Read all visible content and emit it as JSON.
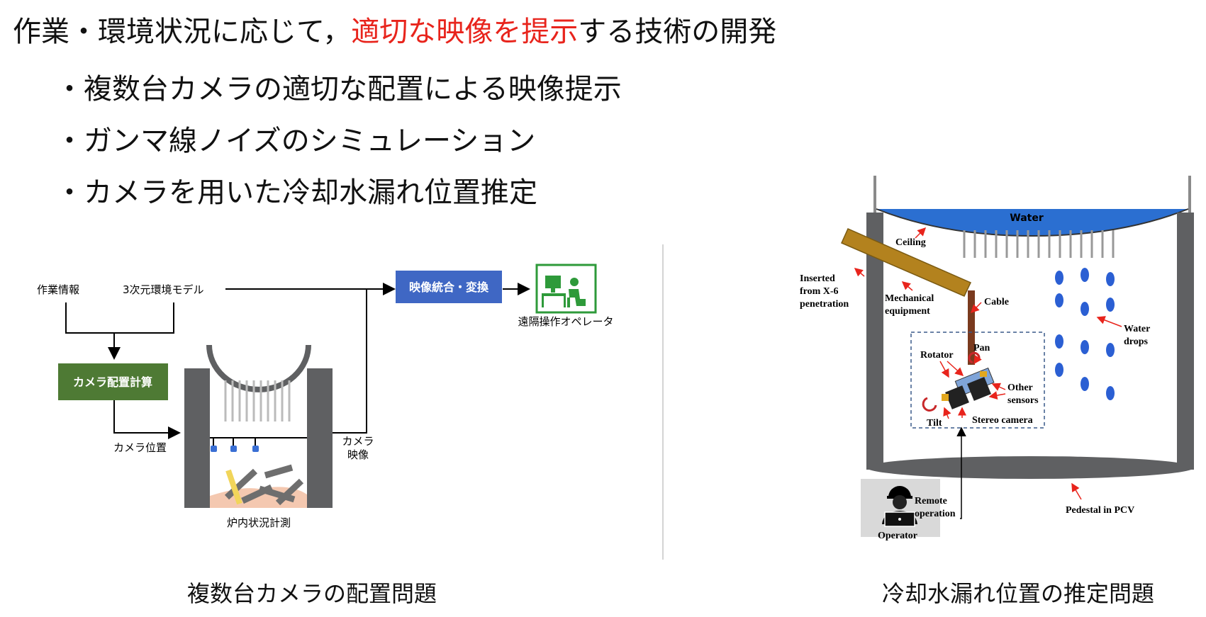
{
  "heading": {
    "prefix": "作業・環境状況に応じて，",
    "highlight": "適切な映像を提示",
    "suffix": "する技術の開発"
  },
  "bullets": [
    "・複数台カメラの適切な配置による映像提示",
    "・ガンマ線ノイズのシミュレーション",
    "・カメラを用いた冷却水漏れ位置推定"
  ],
  "left_diagram": {
    "input1": "作業情報",
    "input2": "3次元環境モデル",
    "camera_calc": "カメラ配置計算",
    "camera_position": "カメラ位置",
    "camera_video_line1": "カメラ",
    "camera_video_line2": "映像",
    "video_integration": "映像統合・変換",
    "operator": "遠隔操作オペレータ",
    "measurement": "炉内状況計測",
    "caption": "複数台カメラの配置問題"
  },
  "right_diagram": {
    "water": "Water",
    "ceiling": "Ceiling",
    "inserted_line1": "Inserted",
    "inserted_line2": "from X-6",
    "inserted_line3": "penetration",
    "mechanical_line1": "Mechanical",
    "mechanical_line2": "equipment",
    "cable": "Cable",
    "water_drops_line1": "Water",
    "water_drops_line2": "drops",
    "rotator": "Rotator",
    "pan": "Pan",
    "other_sensors_line1": "Other",
    "other_sensors_line2": "sensors",
    "tilt": "Tilt",
    "stereo_camera": "Stereo camera",
    "remote_line1": "Remote",
    "remote_line2": "operation",
    "pedestal": "Pedestal  in PCV",
    "operator": "Operator",
    "caption": "冷却水漏れ位置の推定問題"
  },
  "colors": {
    "highlight": "#e8241c",
    "camera_calc_box": "#4e7a34",
    "video_box": "#3f67c4",
    "operator_icon": "#2e9a3a",
    "water": "#2b6fd1",
    "wall": "#5f6062",
    "beam": "#b3821e",
    "cable": "#7a3a1e",
    "callout_arrow": "#e8241c",
    "drop": "#2b5fd3"
  },
  "icons": [
    "operator-monitor-icon",
    "camera-icon",
    "person-laptop-icon",
    "rotation-arrow-icon"
  ]
}
